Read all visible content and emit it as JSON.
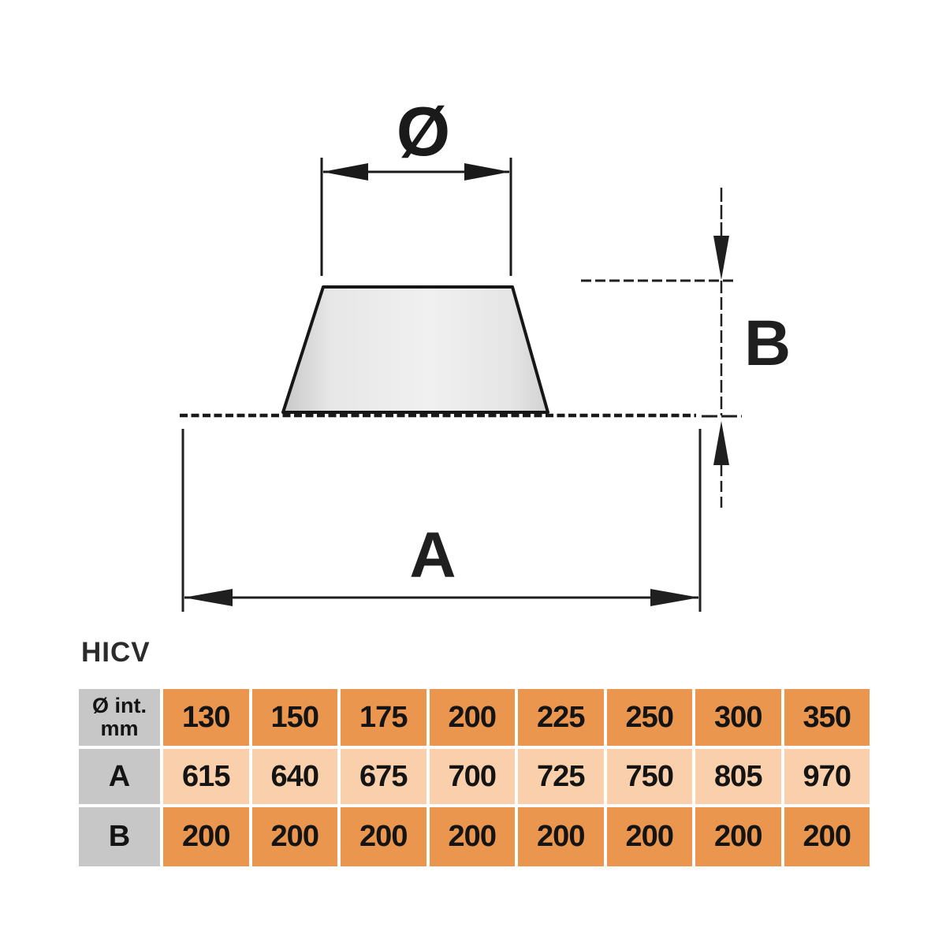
{
  "title": "HICV",
  "diagram": {
    "labels": {
      "diameter": "Ø",
      "width": "A",
      "height": "B"
    }
  },
  "table": {
    "corner": {
      "line1": "Ø int.",
      "line2": "mm"
    },
    "columns": [
      "130",
      "150",
      "175",
      "200",
      "225",
      "250",
      "300",
      "350"
    ],
    "rows": [
      {
        "label": "A",
        "values": [
          "615",
          "640",
          "675",
          "700",
          "725",
          "750",
          "805",
          "970"
        ]
      },
      {
        "label": "B",
        "values": [
          "200",
          "200",
          "200",
          "200",
          "200",
          "200",
          "200",
          "200"
        ]
      }
    ]
  },
  "colors": {
    "accent_orange": "#ea964f",
    "light_peach": "#f9d0ab",
    "label_gray": "#c7c7c7",
    "line_black": "#1a1a1a",
    "cone_fill_light": "#efefef",
    "cone_fill_dark": "#c8c8c8"
  }
}
